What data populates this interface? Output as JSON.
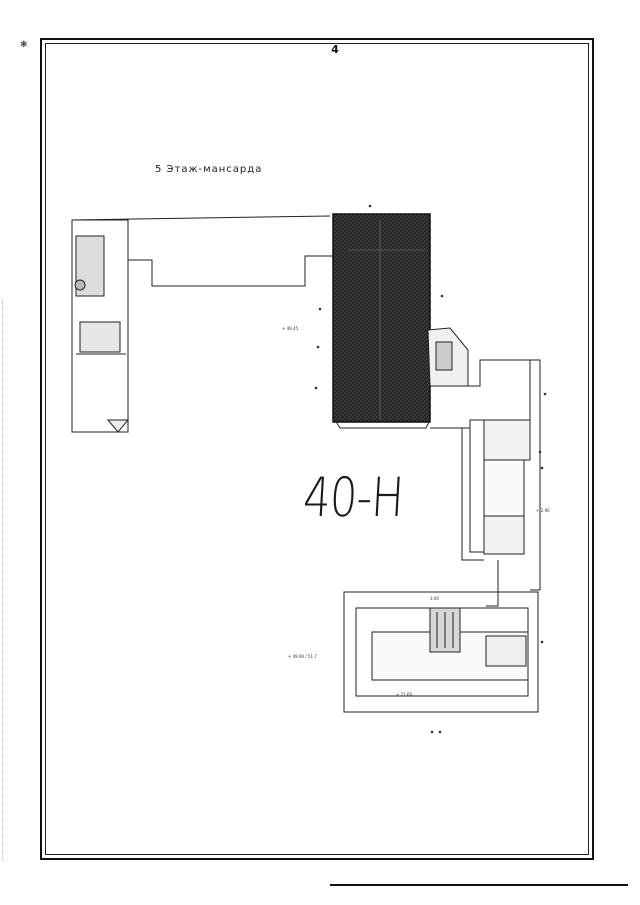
{
  "page": {
    "number": "4",
    "title": "5 Этаж-мансарда",
    "handwritten_label": "40-Н",
    "corner_mark": "✱"
  },
  "plan_labels": {
    "height_1": "+ 49.45",
    "height_2": "+ 2.90",
    "height_3": "+ 49.90 / 51.7",
    "height_4": "+ 21.60",
    "dim_1": "3.40"
  }
}
